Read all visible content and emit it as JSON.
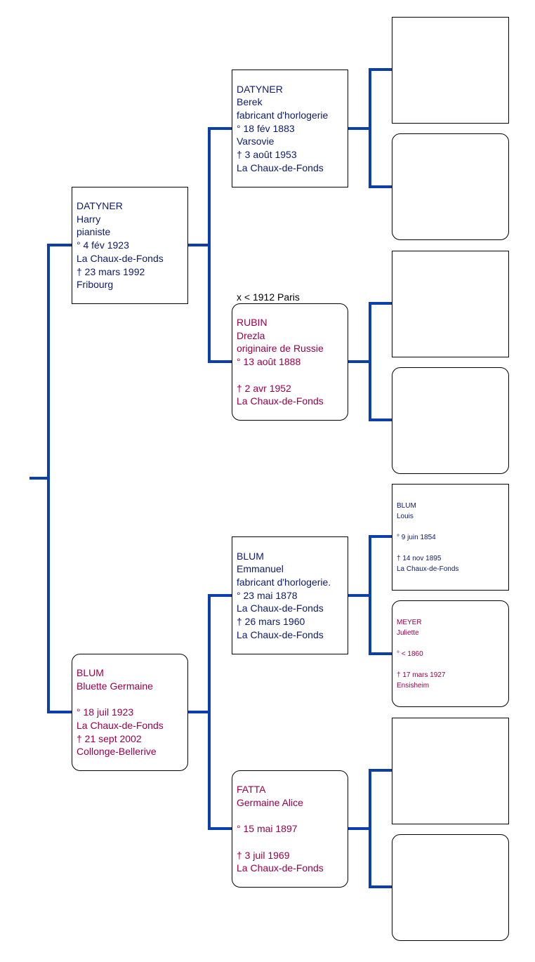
{
  "colors": {
    "connector": "#0b3fb0",
    "male_text": "#0b1b6e",
    "female_text": "#990049"
  },
  "people": {
    "harry": [
      "DATYNER",
      "Harry",
      "pianiste",
      "° 4 fév 1923",
      "La Chaux-de-Fonds",
      "† 23 mars 1992",
      "Fribourg"
    ],
    "berek": [
      "DATYNER",
      "Berek",
      "fabricant d'horlogerie",
      "° 18 fév 1883",
      "Varsovie",
      "† 3 août 1953",
      "La Chaux-de-Fonds"
    ],
    "drezla": [
      "RUBIN",
      "Drezla",
      "originaire de Russie",
      "° 13 août 1888",
      "",
      "† 2 avr 1952",
      "La Chaux-de-Fonds"
    ],
    "bluette": [
      "BLUM",
      "Bluette Germaine",
      "",
      "° 18 juil 1923",
      "La Chaux-de-Fonds",
      "† 21 sept 2002",
      "Collonge-Bellerive"
    ],
    "emmanuel": [
      "BLUM",
      "Emmanuel",
      "fabricant d'horlogerie.",
      "° 23 mai 1878",
      "La Chaux-de-Fonds",
      "† 26 mars 1960",
      "La Chaux-de-Fonds"
    ],
    "germaine": [
      "FATTA",
      "Germaine Alice",
      "",
      "° 15 mai 1897",
      "",
      "† 3 juil 1969",
      "La Chaux-de-Fonds"
    ],
    "louis": [
      "BLUM",
      "Louis",
      "",
      "° 9 juin 1854",
      "",
      "† 14 nov 1895",
      "La Chaux-de-Fonds"
    ],
    "juliette": [
      "MEYER",
      "Juliette",
      "",
      "° < 1860",
      "",
      "† 17 mars 1927",
      "Ensisheim"
    ]
  },
  "marriages": {
    "berek_drezla": "x < 1912 Paris"
  }
}
